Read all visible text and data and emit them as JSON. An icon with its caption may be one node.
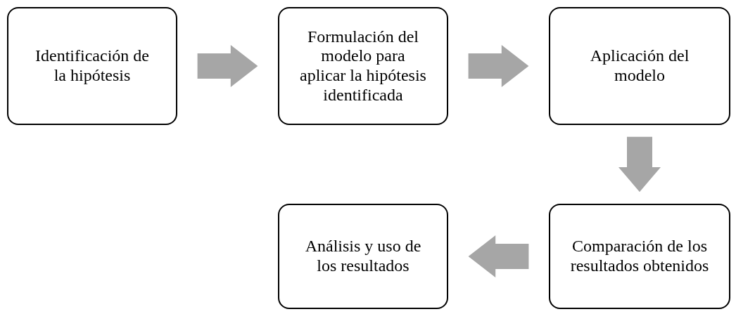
{
  "diagram": {
    "nodes": [
      {
        "text": [
          "Identificación de la hipótesis"
        ]
      },
      {
        "text": [
          "Formulación del modelo para aplicar la hipótesis identificada"
        ]
      },
      {
        "text": [
          "Aplicación del modelo"
        ]
      },
      {
        "text": [
          "Comparación de los resultados obtenidos"
        ]
      },
      {
        "text": [
          "Análisis y uso de los resultados"
        ]
      }
    ],
    "edges": [
      {
        "from": 0,
        "to": 1,
        "arrow": "to",
        "style": "thick",
        "color": "#a6a6a6"
      },
      {
        "from": 1,
        "to": 2,
        "arrow": "to",
        "style": "thick",
        "color": "#a6a6a6"
      },
      {
        "from": 2,
        "to": 3,
        "arrow": "to",
        "style": "thick",
        "color": "#a6a6a6"
      },
      {
        "from": 3,
        "to": 4,
        "arrow": "to",
        "style": "thick",
        "color": "#a6a6a6"
      }
    ]
  }
}
